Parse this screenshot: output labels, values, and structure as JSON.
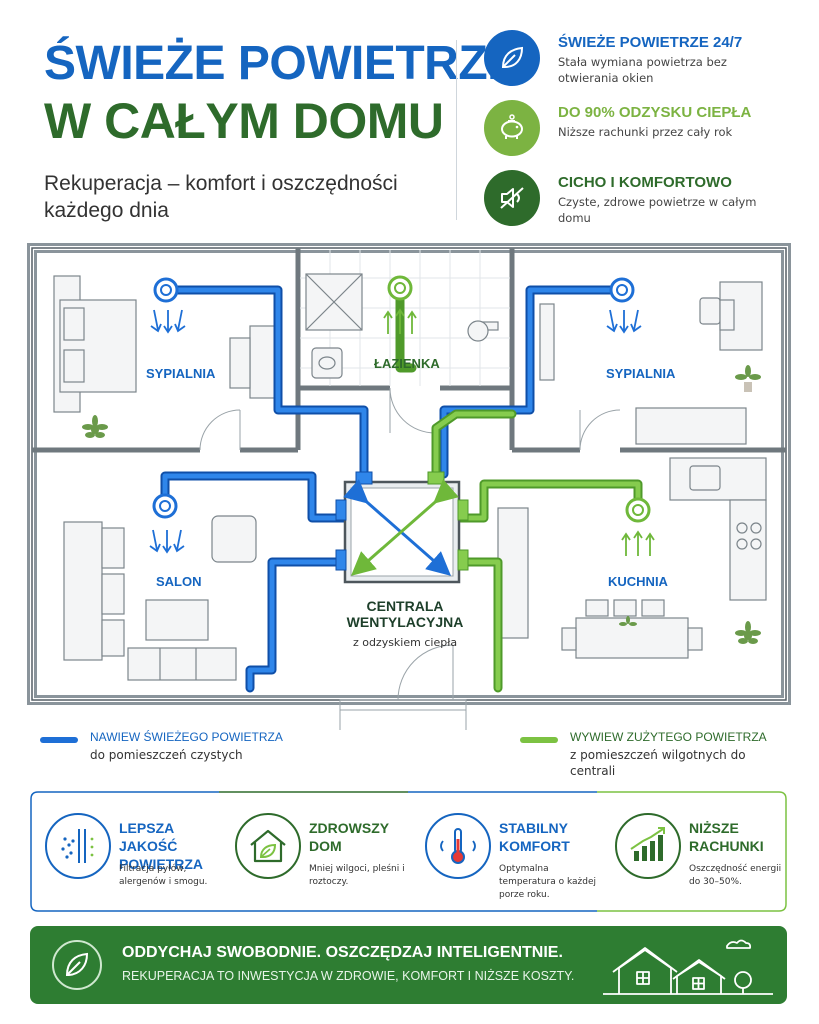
{
  "header": {
    "title_line1": "ŚWIEŻE POWIETRZE",
    "title_line2": "W CAŁYM DOMU",
    "subtitle": "Rekuperacja – komfort i oszczędności każdego dnia"
  },
  "features": [
    {
      "title": "ŚWIEŻE POWIETRZE 24/7",
      "desc": "Stała wymiana powietrza bez otwierania okien",
      "icon": "leaf-icon",
      "color": "#1565c0"
    },
    {
      "title": "DO 90% ODZYSKU CIEPŁA",
      "desc": "Niższe rachunki przez cały rok",
      "icon": "piggy-bank-icon",
      "color": "#7cb342"
    },
    {
      "title": "CICHO I KOMFORTOWO",
      "desc": "Czyste, zdrowe powietrze w całym domu",
      "icon": "mute-speaker-icon",
      "color": "#2e6b2b"
    }
  ],
  "rooms": {
    "bedroom_left": "SYPIALNIA",
    "bathroom": "ŁAZIENKA",
    "bedroom_right": "SYPIALNIA",
    "living_room": "SALON",
    "kitchen": "KUCHNIA"
  },
  "central_unit": {
    "title": "CENTRALA WENTYLACYJNA",
    "subtitle": "z odzyskiem ciepła"
  },
  "legend": {
    "supply": {
      "title": "NAWIEW ŚWIEŻEGO POWIETRZA",
      "desc": "do pomieszczeń czystych",
      "color": "#1e6fd6"
    },
    "exhaust": {
      "title": "WYWIEW ZUŻYTEGO POWIETRZA",
      "desc": "z pomieszczeń wilgotnych do centrali",
      "color": "#7cc242"
    }
  },
  "cards": [
    {
      "title": "LEPSZA JAKOŚĆ POWIETRZA",
      "desc": "Filtracja pyłów, alergenów i smogu.",
      "color": "#1565c0",
      "icon": "filter-icon"
    },
    {
      "title": "ZDROWSZY DOM",
      "desc": "Mniej wilgoci, pleśni i roztoczy.",
      "color": "#2e6b2b",
      "icon": "house-leaf-icon"
    },
    {
      "title": "STABILNY KOMFORT",
      "desc": "Optymalna temperatura o każdej porze roku.",
      "color": "#1565c0",
      "icon": "thermometer-icon"
    },
    {
      "title": "NIŻSZE RACHUNKI",
      "desc": "Oszczędność energii do 30–50%.",
      "color": "#2e6b2b",
      "icon": "growth-chart-icon"
    }
  ],
  "banner": {
    "title": "ODDYCHAJ SWOBODNIE. OSZCZĘDZAJ INTELIGENTNIE.",
    "subtitle": "REKUPERACJA TO INWESTYCJA W ZDROWIE, KOMFORT I NIŻSZE KOSZTY.",
    "icon": "leaf-icon",
    "decoration": "houses-icon"
  },
  "colors": {
    "blue": "#1565c0",
    "duct_blue": "#1e6fd6",
    "green_dark": "#2e6b2b",
    "green_light": "#7cc242",
    "banner": "#2e7d32"
  }
}
